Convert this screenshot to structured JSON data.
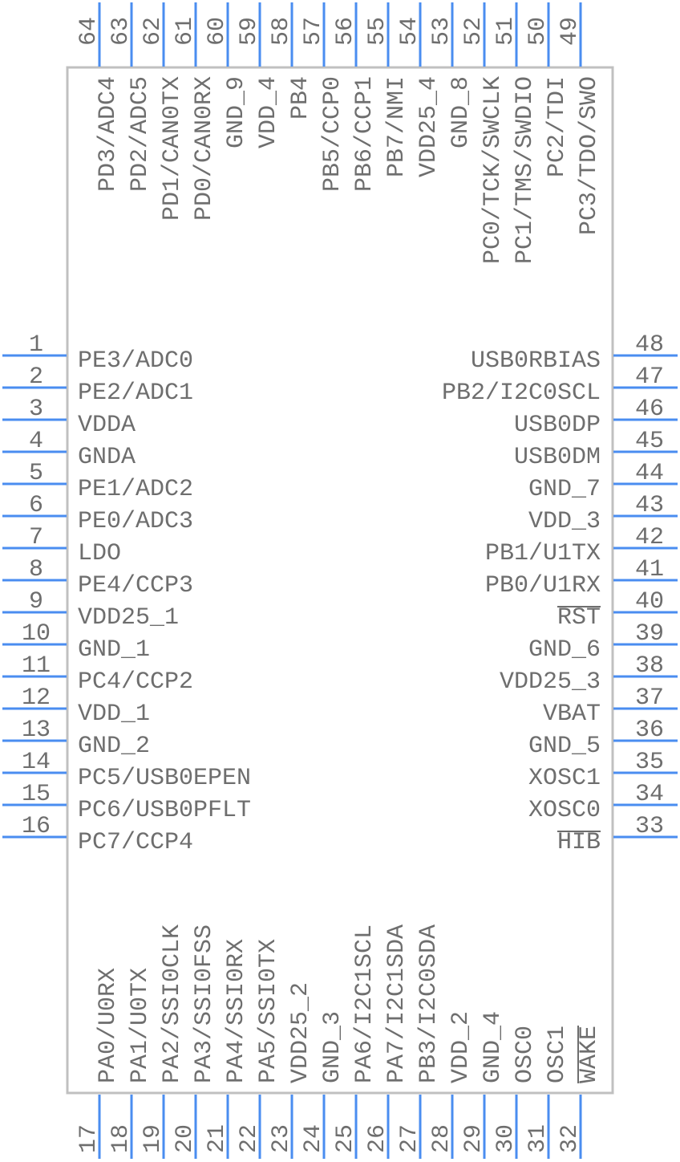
{
  "colors": {
    "pin": "#4a8df0",
    "body": "#c0c0c0",
    "text": "#6e6e6e"
  },
  "pins": {
    "left": [
      {
        "num": "1",
        "name": "PE3/ADC0"
      },
      {
        "num": "2",
        "name": "PE2/ADC1"
      },
      {
        "num": "3",
        "name": "VDDA"
      },
      {
        "num": "4",
        "name": "GNDA"
      },
      {
        "num": "5",
        "name": "PE1/ADC2"
      },
      {
        "num": "6",
        "name": "PE0/ADC3"
      },
      {
        "num": "7",
        "name": "LDO"
      },
      {
        "num": "8",
        "name": "PE4/CCP3"
      },
      {
        "num": "9",
        "name": "VDD25_1"
      },
      {
        "num": "10",
        "name": "GND_1"
      },
      {
        "num": "11",
        "name": "PC4/CCP2"
      },
      {
        "num": "12",
        "name": "VDD_1"
      },
      {
        "num": "13",
        "name": "GND_2"
      },
      {
        "num": "14",
        "name": "PC5/USB0EPEN"
      },
      {
        "num": "15",
        "name": "PC6/USB0PFLT"
      },
      {
        "num": "16",
        "name": "PC7/CCP4"
      }
    ],
    "bottom": [
      {
        "num": "17",
        "name": "PA0/U0RX"
      },
      {
        "num": "18",
        "name": "PA1/U0TX"
      },
      {
        "num": "19",
        "name": "PA2/SSI0CLK"
      },
      {
        "num": "20",
        "name": "PA3/SSI0FSS"
      },
      {
        "num": "21",
        "name": "PA4/SSI0RX"
      },
      {
        "num": "22",
        "name": "PA5/SSI0TX"
      },
      {
        "num": "23",
        "name": "VDD25_2"
      },
      {
        "num": "24",
        "name": "GND_3"
      },
      {
        "num": "25",
        "name": "PA6/I2C1SCL"
      },
      {
        "num": "26",
        "name": "PA7/I2C1SDA"
      },
      {
        "num": "27",
        "name": "PB3/I2C0SDA"
      },
      {
        "num": "28",
        "name": "VDD_2"
      },
      {
        "num": "29",
        "name": "GND_4"
      },
      {
        "num": "30",
        "name": "OSC0"
      },
      {
        "num": "31",
        "name": "OSC1"
      },
      {
        "num": "32",
        "name": "WAKE",
        "overline": true
      }
    ],
    "right": [
      {
        "num": "48",
        "name": "USB0RBIAS"
      },
      {
        "num": "47",
        "name": "PB2/I2C0SCL"
      },
      {
        "num": "46",
        "name": "USB0DP"
      },
      {
        "num": "45",
        "name": "USB0DM"
      },
      {
        "num": "44",
        "name": "GND_7"
      },
      {
        "num": "43",
        "name": "VDD_3"
      },
      {
        "num": "42",
        "name": "PB1/U1TX"
      },
      {
        "num": "41",
        "name": "PB0/U1RX"
      },
      {
        "num": "40",
        "name": "RST",
        "overline": true
      },
      {
        "num": "39",
        "name": "GND_6"
      },
      {
        "num": "38",
        "name": "VDD25_3"
      },
      {
        "num": "37",
        "name": "VBAT"
      },
      {
        "num": "36",
        "name": "GND_5"
      },
      {
        "num": "35",
        "name": "XOSC1"
      },
      {
        "num": "34",
        "name": "XOSC0"
      },
      {
        "num": "33",
        "name": "HIB",
        "overline": true
      }
    ],
    "top": [
      {
        "num": "64",
        "name": "PD3/ADC4"
      },
      {
        "num": "63",
        "name": "PD2/ADC5"
      },
      {
        "num": "62",
        "name": "PD1/CAN0TX"
      },
      {
        "num": "61",
        "name": "PD0/CAN0RX"
      },
      {
        "num": "60",
        "name": "GND_9"
      },
      {
        "num": "59",
        "name": "VDD_4"
      },
      {
        "num": "58",
        "name": "PB4"
      },
      {
        "num": "57",
        "name": "PB5/CCP0"
      },
      {
        "num": "56",
        "name": "PB6/CCP1"
      },
      {
        "num": "55",
        "name": "PB7/NMI"
      },
      {
        "num": "54",
        "name": "VDD25_4"
      },
      {
        "num": "53",
        "name": "GND_8"
      },
      {
        "num": "52",
        "name": "PC0/TCK/SWCLK"
      },
      {
        "num": "51",
        "name": "PC1/TMS/SWDIO"
      },
      {
        "num": "50",
        "name": "PC2/TDI"
      },
      {
        "num": "49",
        "name": "PC3/TDO/SWO"
      }
    ]
  }
}
